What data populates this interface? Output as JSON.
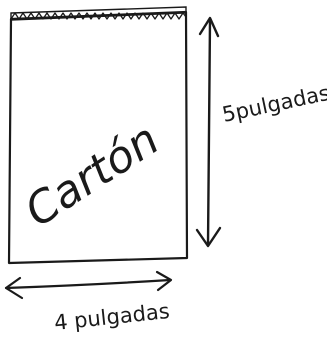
{
  "diagram": {
    "card_label": "Cartón",
    "height_label": "5pulgadas",
    "width_label": "4 pulgadas"
  },
  "colors": {
    "ink": "#1a1a1a",
    "background": "#ffffff"
  }
}
